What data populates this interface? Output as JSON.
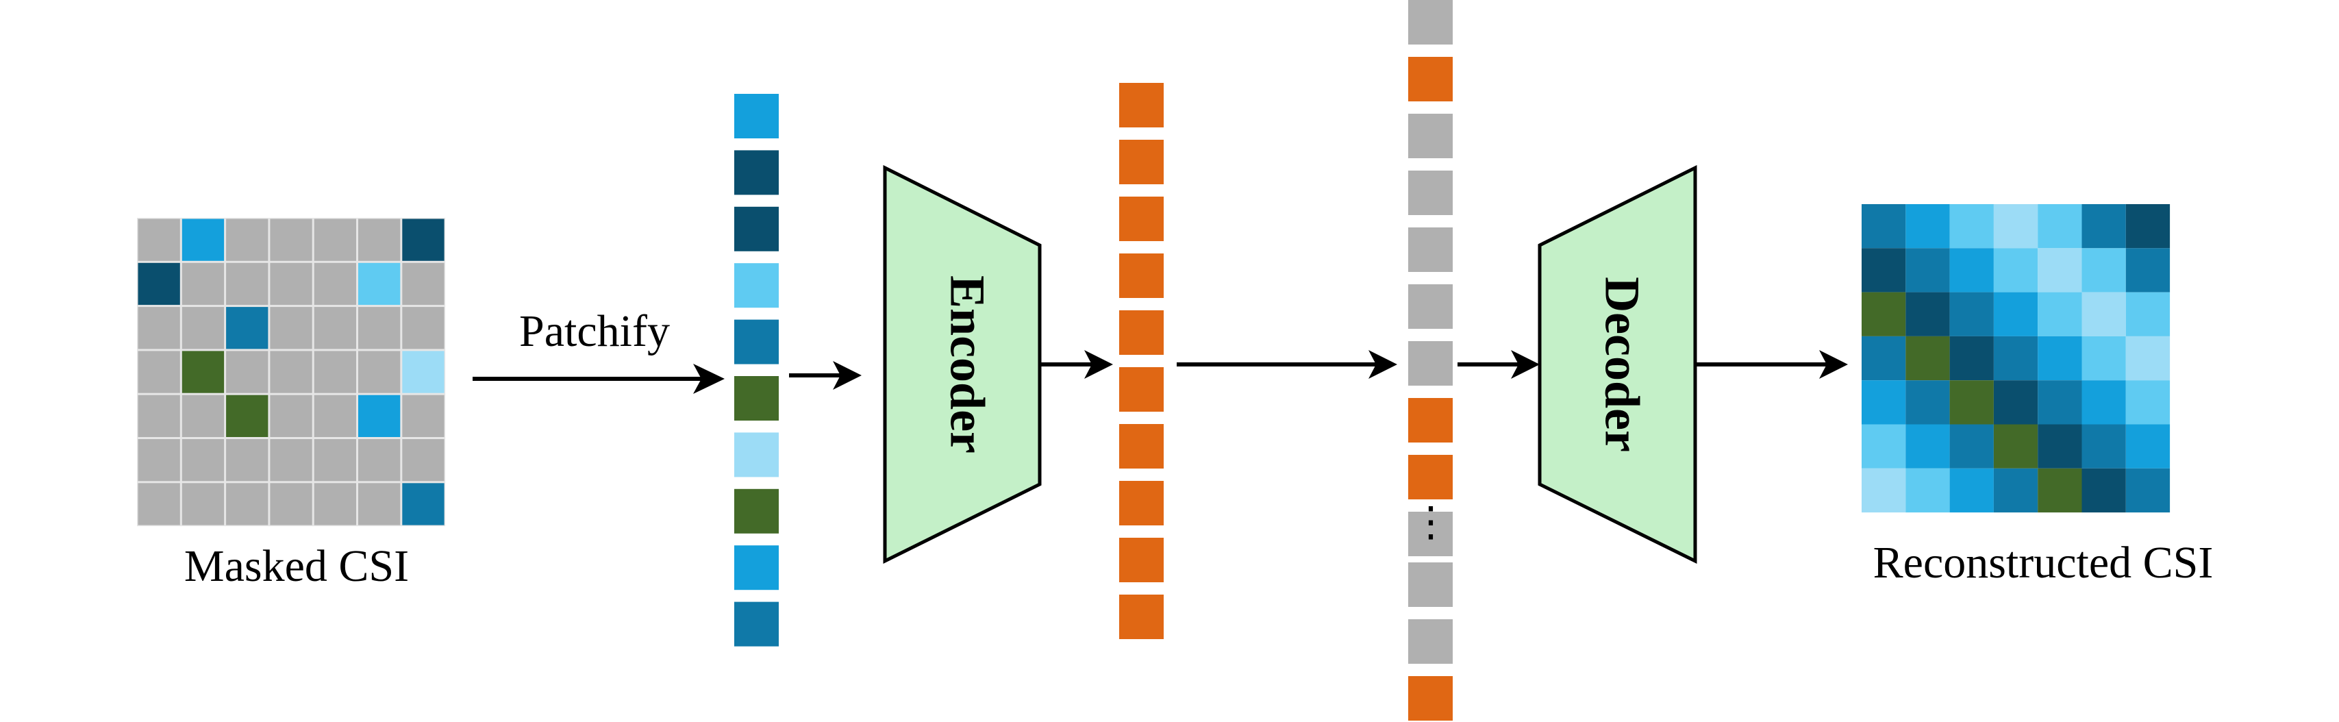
{
  "labels": {
    "masked": "Masked CSI",
    "patchify": "Patchify",
    "reconstructed": "Reconstructed CSI",
    "encoder": "Encoder",
    "decoder": "Decoder",
    "ellipsis": "⋮"
  },
  "colors": {
    "gray": "#b0b0b0",
    "dark_navy": "#0a4f6e",
    "mid_blue": "#1079a8",
    "bright_blue": "#14a0dc",
    "light_blue": "#5fcbf2",
    "pale_blue": "#9cdcf6",
    "green": "#436a28",
    "orange": "#e06714",
    "block_fill": "#c4f0c8"
  },
  "masked_grid": [
    [
      "gray",
      "bright_blue",
      "gray",
      "gray",
      "gray",
      "gray",
      "dark_navy"
    ],
    [
      "dark_navy",
      "gray",
      "gray",
      "gray",
      "gray",
      "light_blue",
      "gray"
    ],
    [
      "gray",
      "gray",
      "mid_blue",
      "gray",
      "gray",
      "gray",
      "gray"
    ],
    [
      "gray",
      "green",
      "gray",
      "gray",
      "gray",
      "gray",
      "pale_blue"
    ],
    [
      "gray",
      "gray",
      "green",
      "gray",
      "gray",
      "bright_blue",
      "gray"
    ],
    [
      "gray",
      "gray",
      "gray",
      "gray",
      "gray",
      "gray",
      "gray"
    ],
    [
      "gray",
      "gray",
      "gray",
      "gray",
      "gray",
      "gray",
      "mid_blue"
    ]
  ],
  "patch_sequence": [
    "bright_blue",
    "dark_navy",
    "dark_navy",
    "light_blue",
    "mid_blue",
    "green",
    "pale_blue",
    "green",
    "bright_blue",
    "mid_blue"
  ],
  "encoded_sequence": [
    "orange",
    "orange",
    "orange",
    "orange",
    "orange",
    "orange",
    "orange",
    "orange",
    "orange",
    "orange"
  ],
  "decoder_input_top": [
    "gray",
    "orange",
    "gray",
    "gray",
    "gray",
    "gray",
    "gray",
    "orange",
    "orange",
    "gray"
  ],
  "decoder_input_bottom": [
    "gray",
    "gray",
    "orange"
  ],
  "reconstructed_grid": [
    [
      "mid_blue",
      "bright_blue",
      "light_blue",
      "pale_blue",
      "light_blue",
      "mid_blue",
      "dark_navy"
    ],
    [
      "dark_navy",
      "mid_blue",
      "bright_blue",
      "light_blue",
      "pale_blue",
      "light_blue",
      "mid_blue"
    ],
    [
      "green",
      "dark_navy",
      "mid_blue",
      "bright_blue",
      "light_blue",
      "pale_blue",
      "light_blue"
    ],
    [
      "mid_blue",
      "green",
      "dark_navy",
      "mid_blue",
      "bright_blue",
      "light_blue",
      "pale_blue"
    ],
    [
      "bright_blue",
      "mid_blue",
      "green",
      "dark_navy",
      "mid_blue",
      "bright_blue",
      "light_blue"
    ],
    [
      "light_blue",
      "bright_blue",
      "mid_blue",
      "green",
      "dark_navy",
      "mid_blue",
      "bright_blue"
    ],
    [
      "pale_blue",
      "light_blue",
      "bright_blue",
      "mid_blue",
      "green",
      "dark_navy",
      "mid_blue"
    ]
  ]
}
